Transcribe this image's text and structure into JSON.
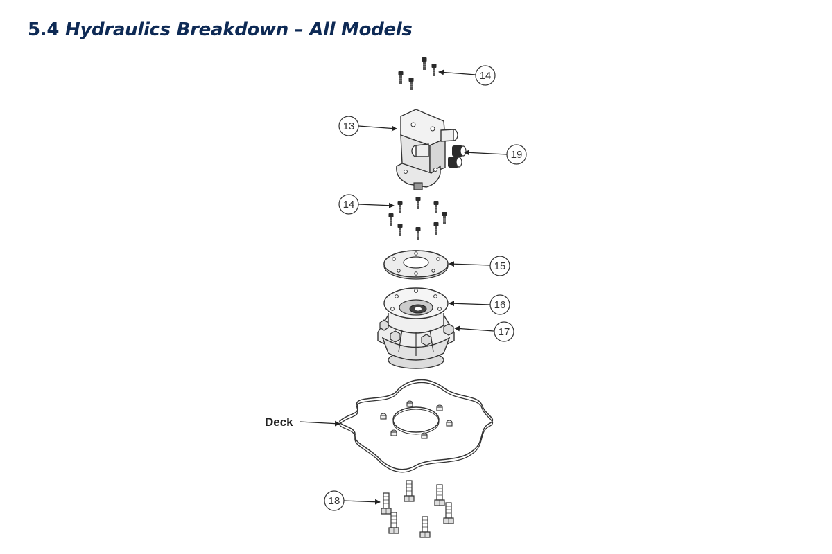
{
  "title": {
    "number": "5.4",
    "text": "Hydraulics Breakdown – All Models"
  },
  "callouts": [
    {
      "id": "callout-14-top",
      "label": "14"
    },
    {
      "id": "callout-13",
      "label": "13"
    },
    {
      "id": "callout-19",
      "label": "19"
    },
    {
      "id": "callout-14-mid",
      "label": "14"
    },
    {
      "id": "callout-15",
      "label": "15"
    },
    {
      "id": "callout-16",
      "label": "16"
    },
    {
      "id": "callout-17",
      "label": "17"
    },
    {
      "id": "callout-18",
      "label": "18"
    }
  ],
  "deck_label": "Deck",
  "colors": {
    "title": "#0e2a55",
    "line": "#222222",
    "part_fill": "#e6e6e6"
  }
}
